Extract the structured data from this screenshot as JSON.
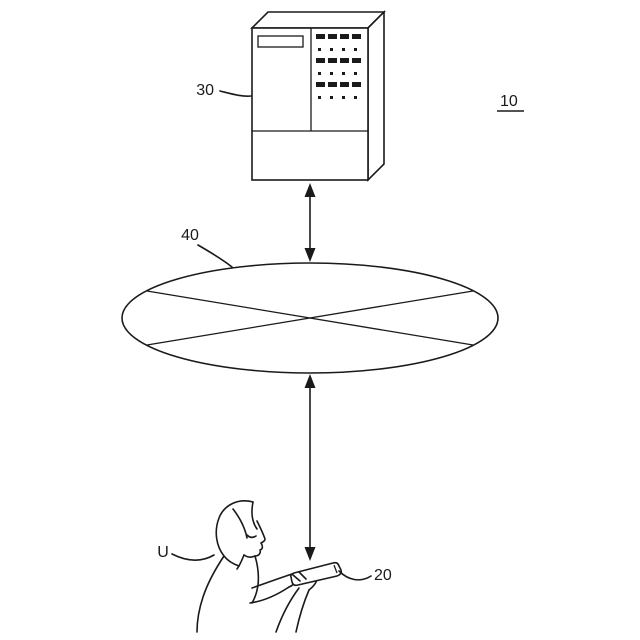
{
  "figure": {
    "reference_labels": {
      "system": "10",
      "server": "30",
      "network": "40",
      "terminal": "20",
      "user": "U"
    }
  }
}
